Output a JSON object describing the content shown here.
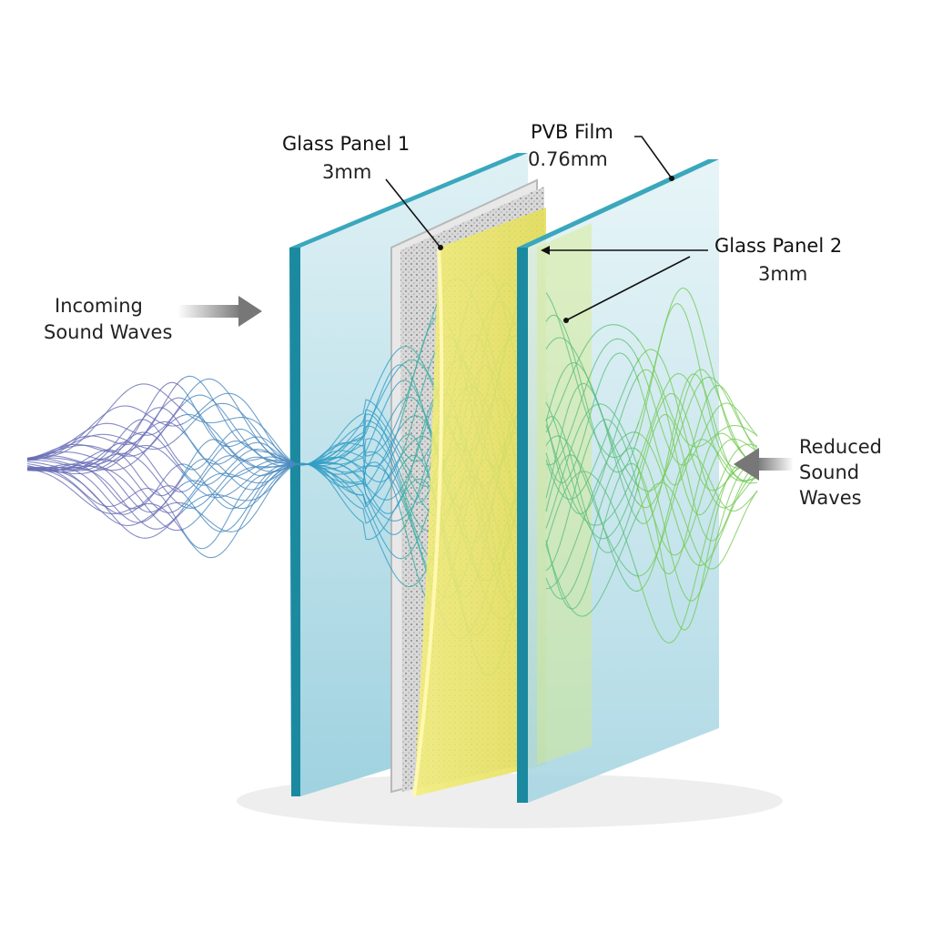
{
  "labels": {
    "glass1_title": "Glass Panel 1",
    "glass1_thickness": "3mm",
    "pvb_title": "PVB Film",
    "pvb_thickness": "0.76mm",
    "glass2_title": "Glass Panel 2",
    "glass2_thickness": "3mm",
    "incoming_line1": "Incoming",
    "incoming_line2": "Sound Waves",
    "reduced_line1": "Reduced",
    "reduced_line2": "Sound",
    "reduced_line3": "Waves"
  },
  "colors": {
    "glass_edge": "#1b8aa0",
    "glass_face": "#bfe3ec",
    "pvb": "#ece76a",
    "wave_start": "#7a5fb0",
    "wave_mid": "#2aa6c8",
    "wave_end": "#7fd03a"
  }
}
